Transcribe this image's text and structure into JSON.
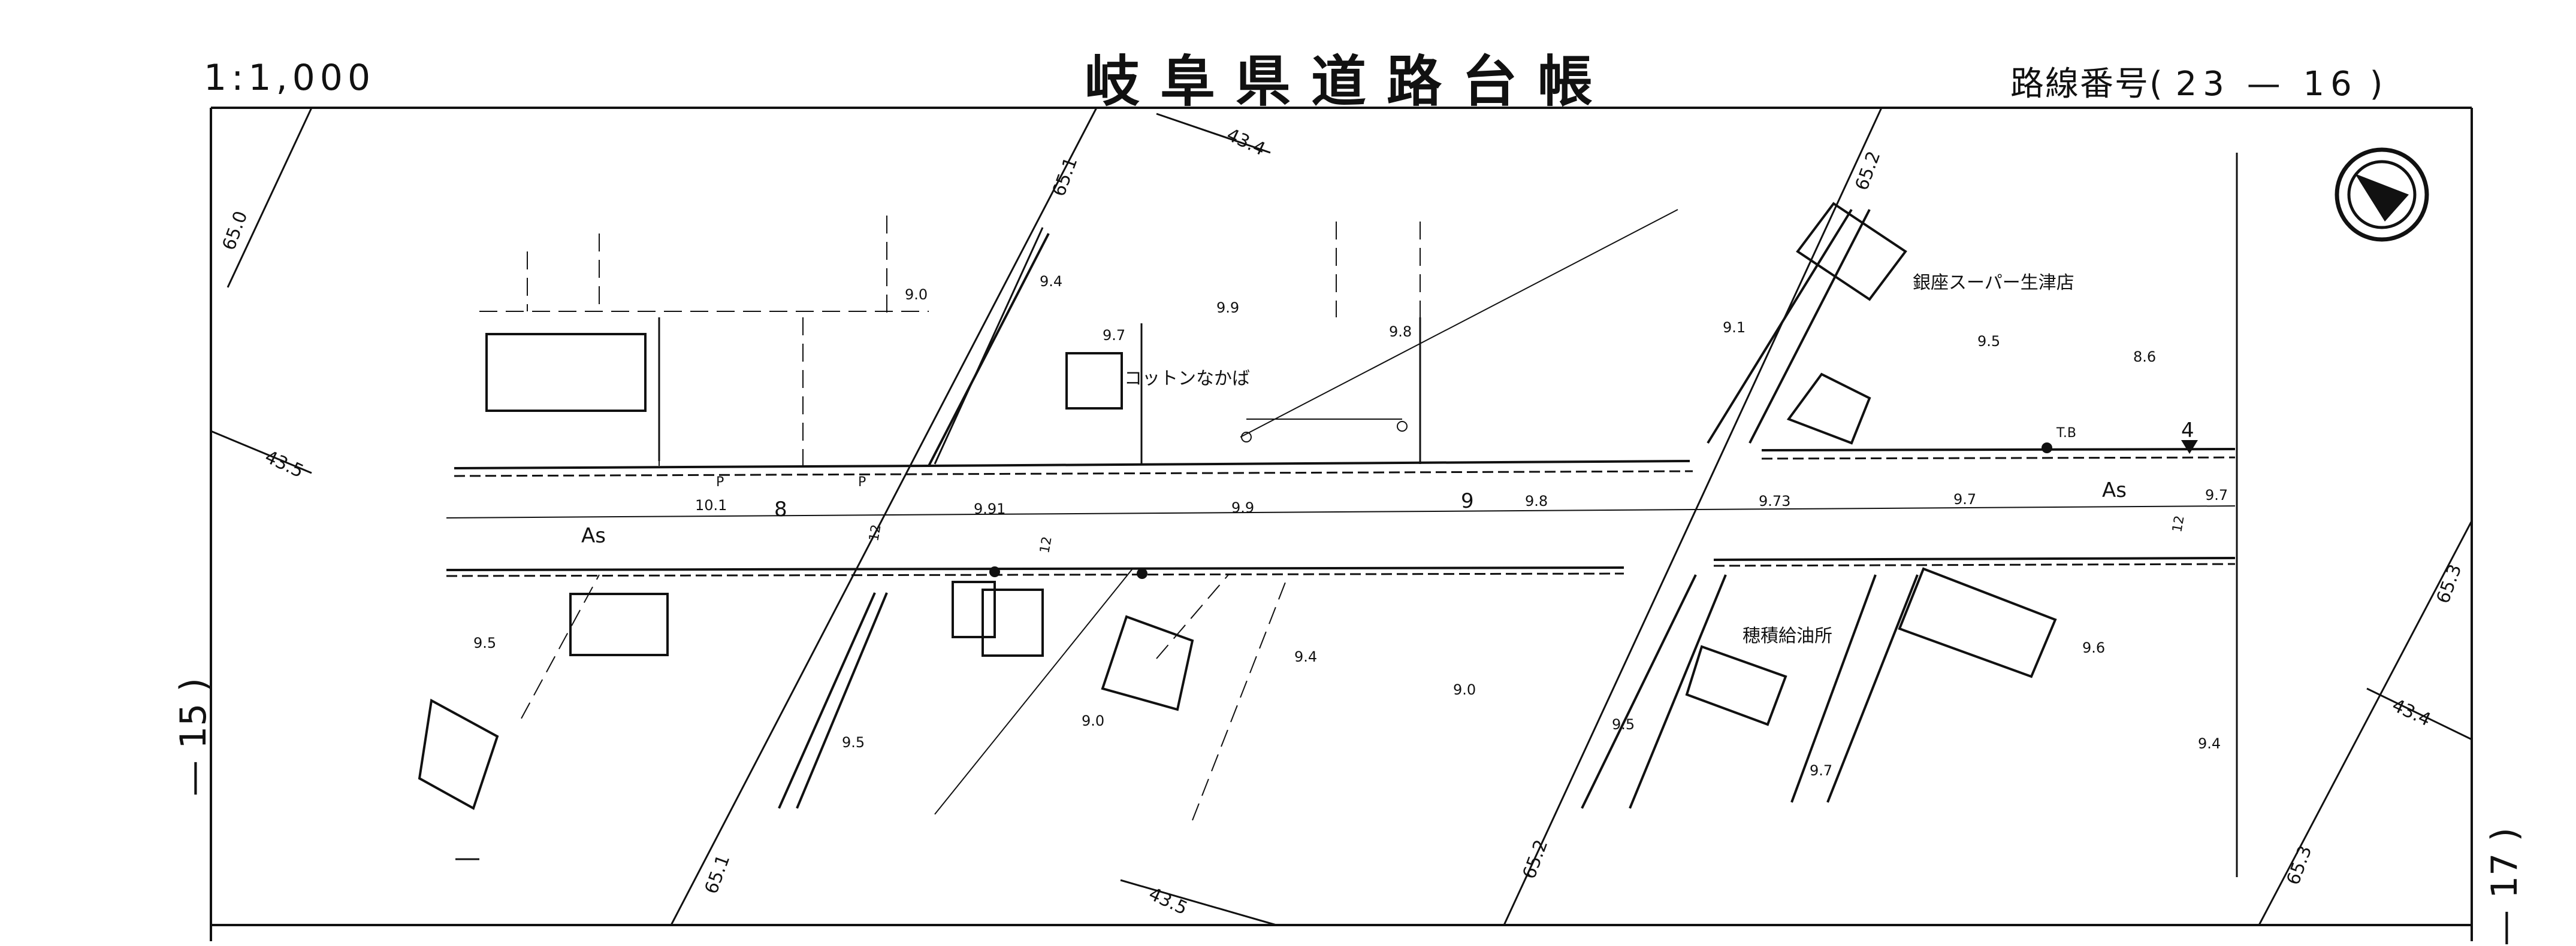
{
  "header": {
    "scale": "1:1,000",
    "title": "岐阜県道路台帳",
    "route_label": "路線番号(",
    "route_number": "23 — 16",
    "route_close": ")"
  },
  "adjacent_sheets": {
    "left": "— 15 )",
    "right": "— 17 )"
  },
  "north_arrow_icon": "north-arrow-icon",
  "facilities": [
    {
      "name": "コットンなかば"
    },
    {
      "name": "銀座スーパー生津店"
    },
    {
      "name": "穂積給油所"
    }
  ],
  "road": {
    "surface": [
      "As",
      "As"
    ],
    "stations": [
      "8",
      "9",
      "4"
    ],
    "benchmark": "T.B"
  },
  "grid_labels": [
    "65.0",
    "65.1",
    "65.1",
    "65.2",
    "65.2",
    "65.3",
    "65.3",
    "43.4",
    "43.4",
    "43.5",
    "43.5"
  ],
  "elevations": [
    "9.0",
    "9.4",
    "9.7",
    "9.9",
    "9.8",
    "9.1",
    "9.5",
    "8.6",
    "10.1",
    "9.91",
    "9.9",
    "9.8",
    "9.73",
    "9.7",
    "9.7",
    "9.5",
    "9.4",
    "9.0",
    "9.0",
    "9.5",
    "9.5",
    "9.6",
    "9.7",
    "9.4"
  ],
  "road_widths": [
    "12",
    "12",
    "12"
  ],
  "marks": [
    "P",
    "P"
  ]
}
